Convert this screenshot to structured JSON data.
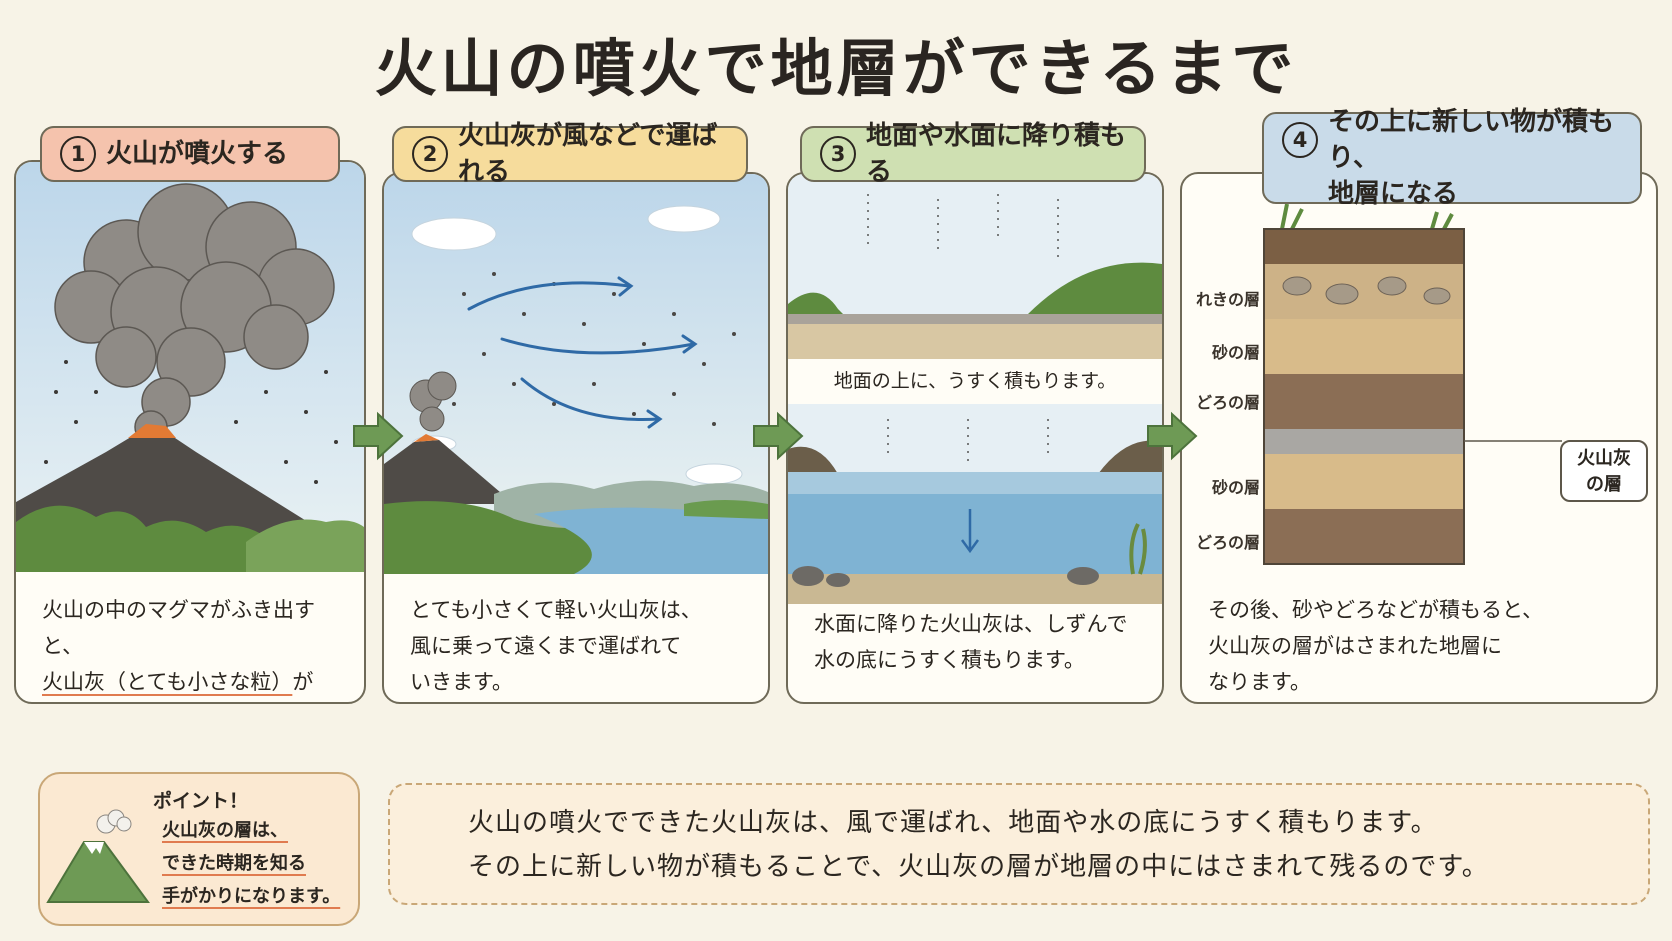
{
  "title": "火山の噴火で地層ができるまで",
  "steps": [
    {
      "num": "1",
      "label": "火山が噴火する",
      "color": "#f5c3ad",
      "desc_pre": "火山の中のマグマがふき出すと、\n",
      "desc_ul": "火山灰（とても小さな粒）",
      "desc_post": "が\n空高くまで上がります。"
    },
    {
      "num": "2",
      "label": "火山灰が風などで運ばれる",
      "color": "#f6dc9c",
      "desc": "とても小さくて軽い火山灰は、\n風に乗って遠くまで運ばれて\nいきます。"
    },
    {
      "num": "3",
      "label": "地面や水面に降り積もる",
      "color": "#cfe0b2",
      "sub_caption": "地面の上に、うすく積もります。",
      "desc": "水面に降りた火山灰は、しずんで\n水の底にうすく積もります。"
    },
    {
      "num": "4",
      "label": "その上に新しい物が積もり、\n地層になる",
      "color": "#c9dbe9",
      "desc": "その後、砂やどろなどが積もると、\n火山灰の層がはさまれた地層に\nなります。",
      "layers": [
        "れきの層",
        "砂の層",
        "どろの層",
        "砂の層",
        "どろの層"
      ],
      "callout": "火山灰\nの層"
    }
  ],
  "point": {
    "title": "ポイント！",
    "lines": [
      "火山灰の層は、",
      "できた時期を知る",
      "手がかりになります。"
    ]
  },
  "summary": "火山の噴火でできた火山灰は、風で運ばれ、地面や水の底にうすく積もります。\nその上に新しい物が積もることで、火山灰の層が地層の中にはさまれて残るのです。",
  "colors": {
    "arrow": "#6e9a55",
    "card_border": "#6f6a58",
    "underline": "#e07b4f",
    "sky": "#cfe3ef",
    "water": "#7fb3d3"
  }
}
